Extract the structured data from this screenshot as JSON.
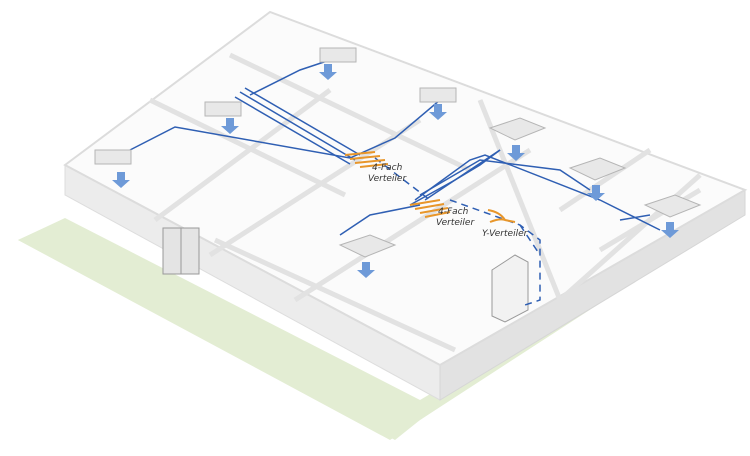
{
  "labels": {
    "distributor_4_top": [
      "4-Fach",
      "Verteiler"
    ],
    "distributor_4_mid": [
      "4-Fach",
      "Verteiler"
    ],
    "distributor_y": "Y-Verteiler"
  },
  "colors": {
    "pipe": "#2f5fb3",
    "distributor": "#e8962a",
    "lawn": "#e3edd3",
    "wall_top": "#f7f7f7",
    "wall_side": "#e9e9e9",
    "floor": "#ffffff",
    "airflow": "#6e9ad8"
  }
}
